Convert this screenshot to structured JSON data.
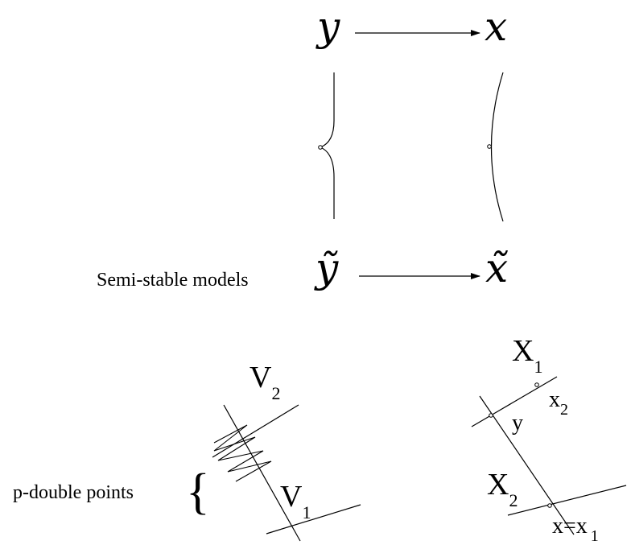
{
  "top_left_label": "y",
  "top_right_label": "x",
  "bottom_left_label": "ỹ",
  "bottom_right_label": "x̃",
  "semi_stable_caption": "Semi-stable models",
  "p_double_caption": "p-double points",
  "brace_symbol": "{",
  "v2": {
    "base": "V",
    "sub": "2"
  },
  "v1": {
    "base": "V",
    "sub": "1"
  },
  "x1": {
    "base": "X",
    "sub": "1"
  },
  "x2_small": {
    "base": "x",
    "sub": "2"
  },
  "y_small": "y",
  "x2_big": {
    "base": "X",
    "sub": "2"
  },
  "x_eq": {
    "base": "x=x",
    "sub": "1"
  }
}
